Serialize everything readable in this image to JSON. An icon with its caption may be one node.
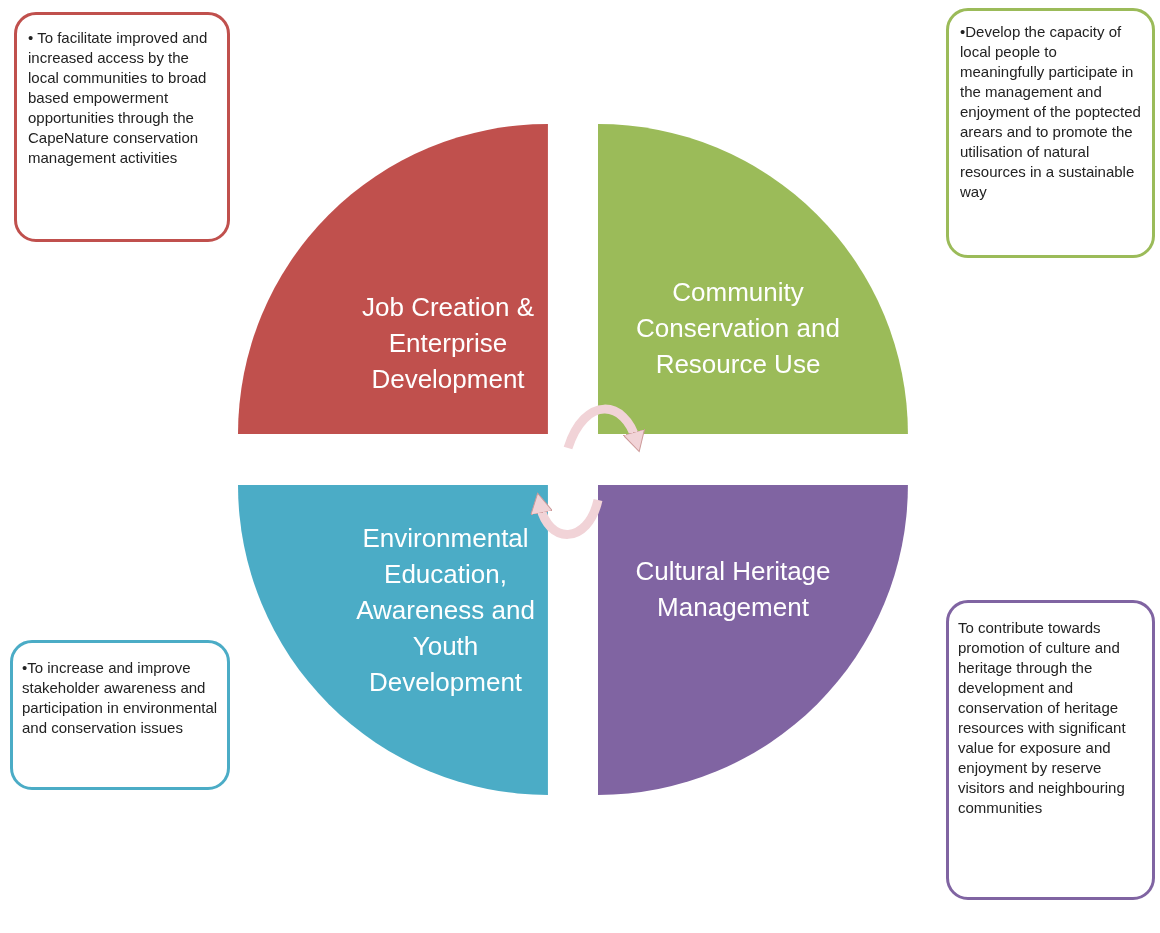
{
  "diagram": {
    "nodes": [
      {
        "text": [
          "Job Creation & Enterprise Development"
        ]
      },
      {
        "text": [
          "Community Conservation and Resource Use"
        ]
      },
      {
        "text": [
          "Environmental Education, Awareness and Youth Development"
        ]
      },
      {
        "text": [
          "Cultural Heritage Management"
        ]
      },
      {
        "text": [
          "• To facilitate improved and increased access by the local communities to broad based empowerment opportunities through the CapeNature conservation management activities"
        ]
      },
      {
        "text": [
          "•Develop the capacity of local people to meaningfully participate in the management and enjoyment of the poptected arears and to promote the utilisation of natural resources in a sustainable way"
        ]
      },
      {
        "text": [
          "•To increase and improve stakeholder awareness and participation in environmental and conservation issues"
        ]
      },
      {
        "text": [
          "To contribute towards promotion of culture and heritage through the development and conservation of heritage resources with significant value for exposure and enjoyment by reserve visitors and neighbouring communities"
        ]
      }
    ],
    "edges": [
      {
        "from": 0,
        "to": 1,
        "arrow": "to"
      },
      {
        "from": 3,
        "to": 2,
        "arrow": "to"
      }
    ]
  }
}
